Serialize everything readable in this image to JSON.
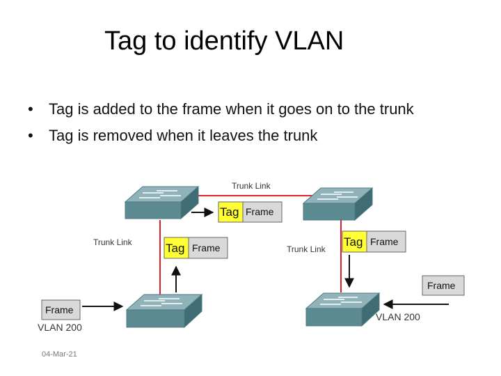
{
  "slide": {
    "title": "Tag to identify VLAN",
    "bullets": [
      "Tag is added to the frame when it goes on to the trunk",
      "Tag is removed when it leaves the trunk"
    ],
    "footer_date": "04-Mar-21"
  },
  "diagram": {
    "trunk_label_top": "Trunk Link",
    "trunk_label_left": "Trunk Link",
    "trunk_label_right": "Trunk Link",
    "tag_text": "Tag",
    "frame_text": "Frame",
    "vlan_left": "VLAN 200",
    "vlan_right": "VLAN 200",
    "colors": {
      "trunk_line": "#e0202a",
      "tag_fill": "#ffff33",
      "frame_fill": "#d9d9d9",
      "switch_top": "#8fb3b8",
      "switch_side": "#5b8a90"
    }
  }
}
